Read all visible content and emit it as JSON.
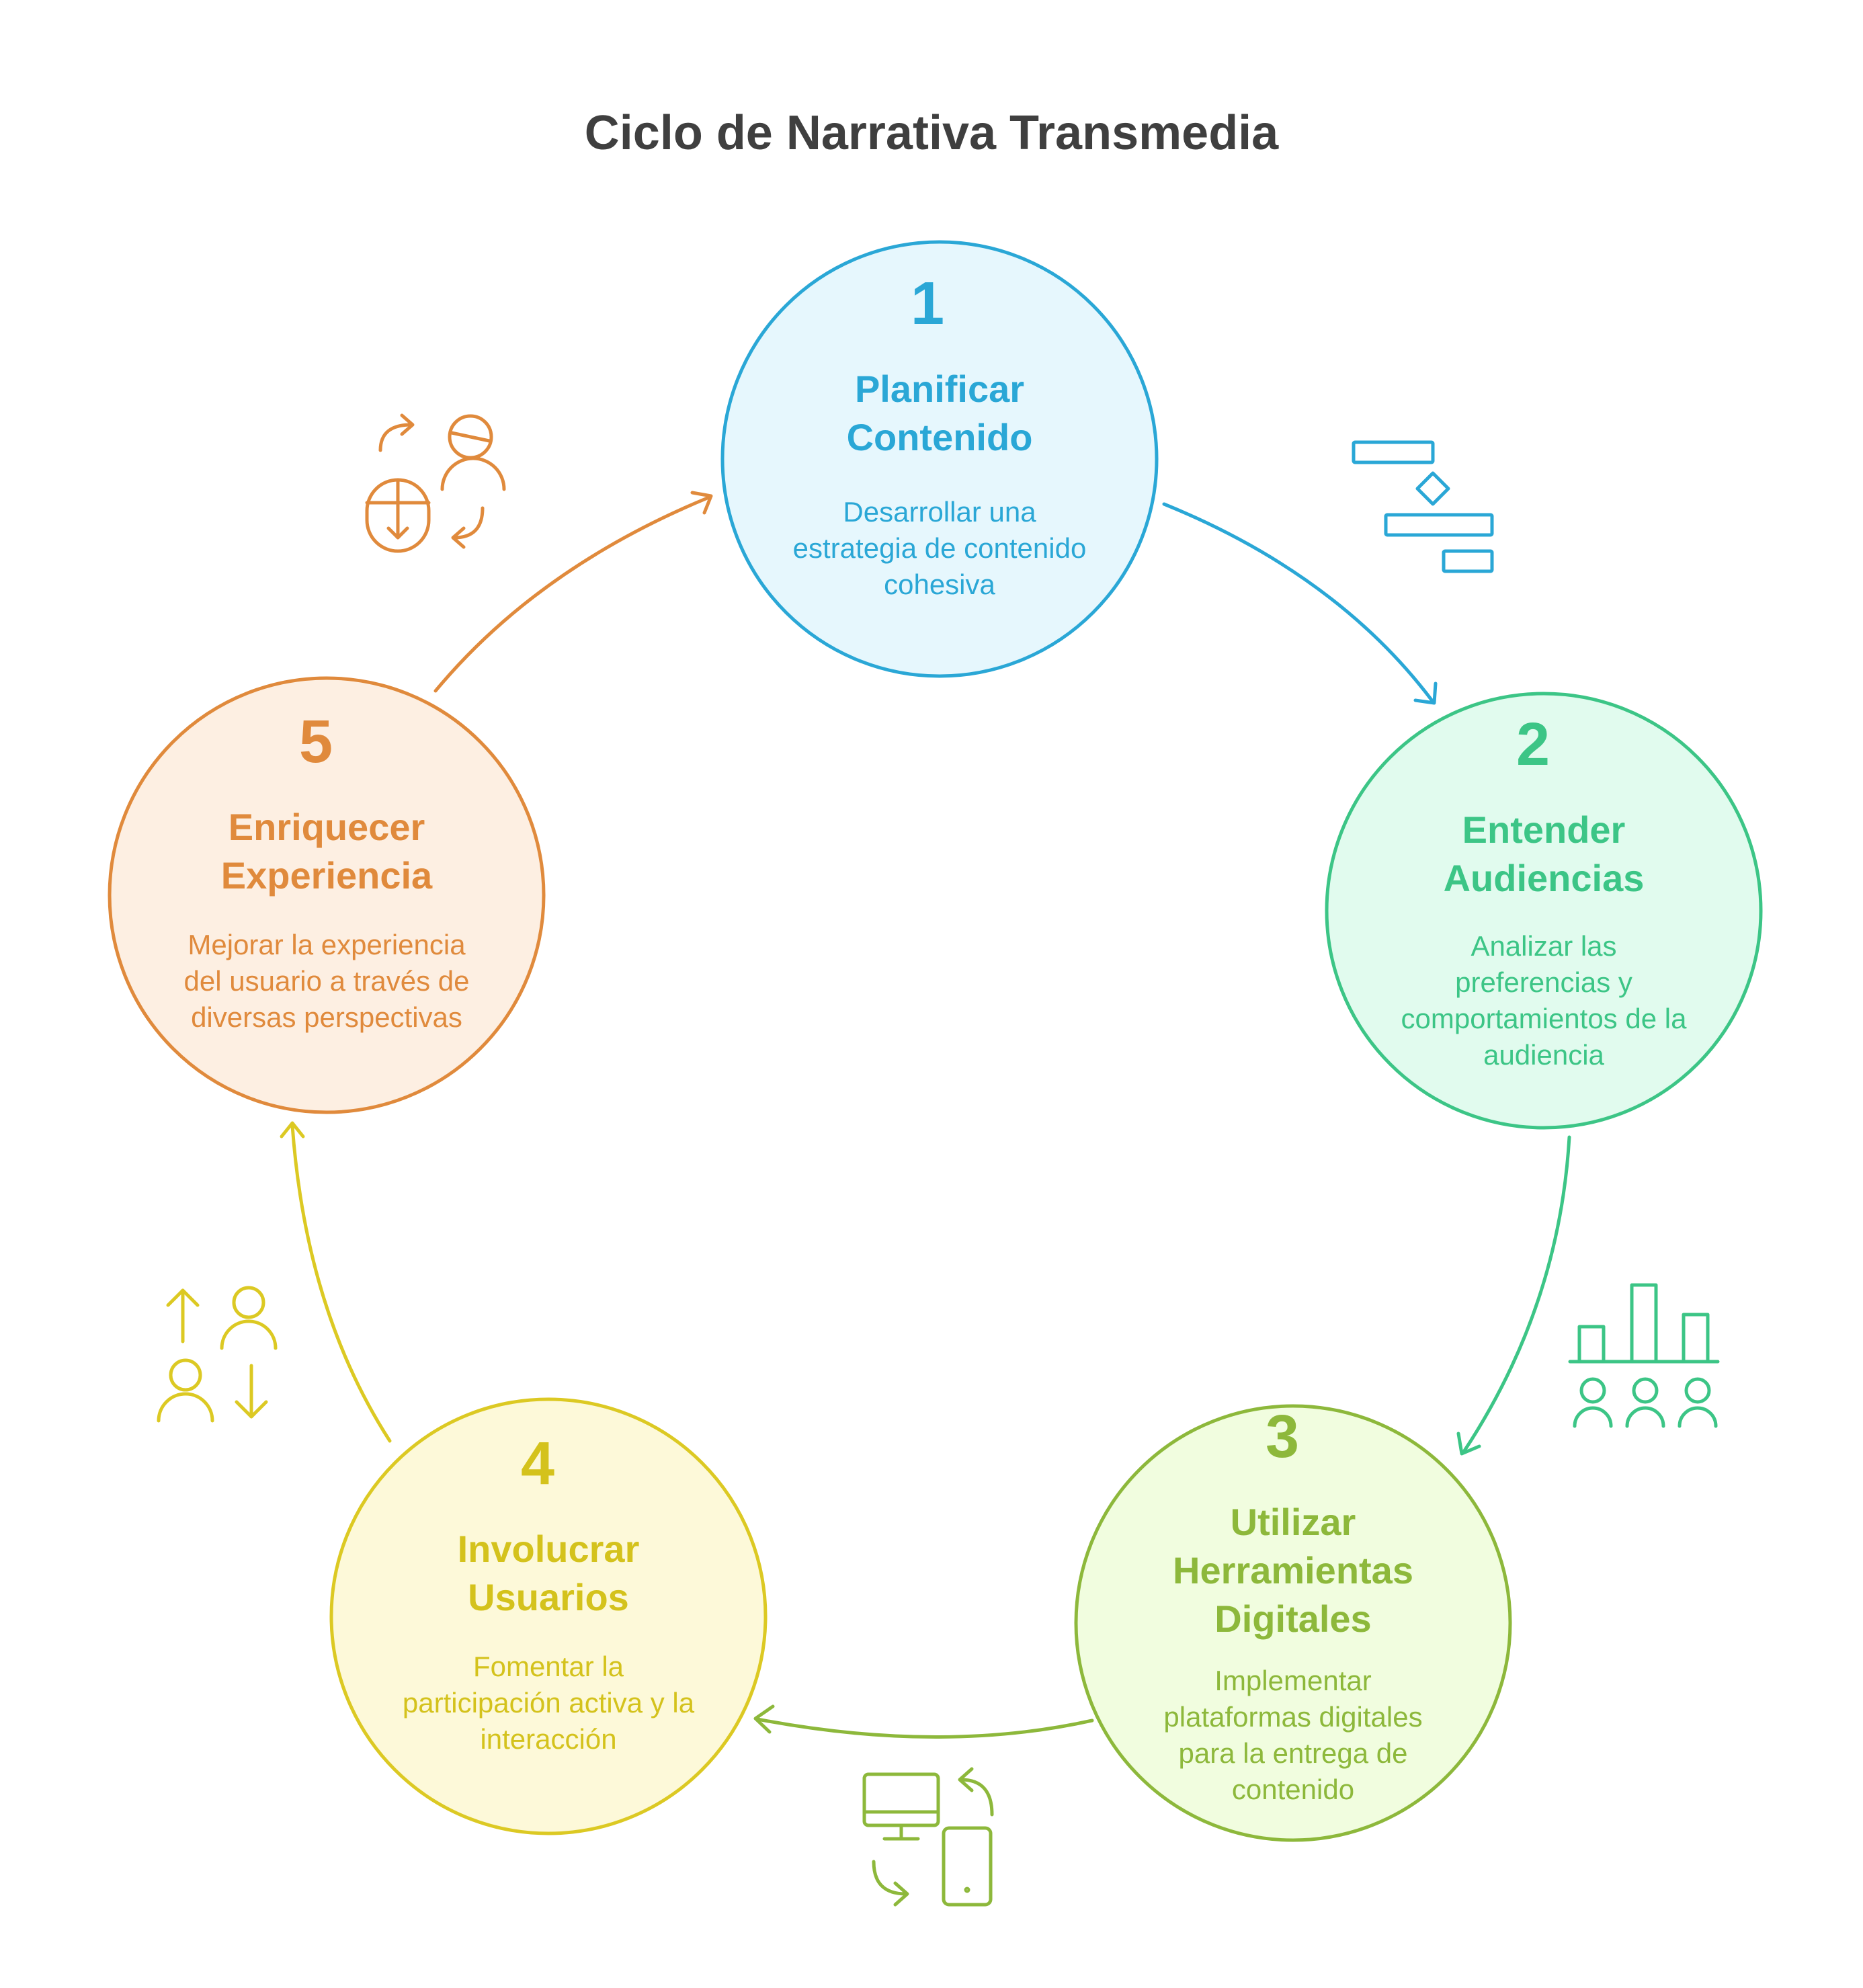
{
  "title": "Ciclo de Narrativa Transmedia",
  "steps": [
    {
      "number": "1",
      "heading_lines": [
        "Planificar",
        "Contenido"
      ],
      "desc_lines": [
        "Desarrollar una",
        "estrategia de contenido",
        "cohesiva"
      ],
      "stroke": "#2aa7d6",
      "fill": "#e6f7fd",
      "text_color": "#2aa7d6",
      "icon": "gantt-chart-icon"
    },
    {
      "number": "2",
      "heading_lines": [
        "Entender",
        "Audiencias"
      ],
      "desc_lines": [
        "Analizar las",
        "preferencias y",
        "comportamientos de la",
        "audiencia"
      ],
      "stroke": "#3cc586",
      "fill": "#e1fbee",
      "text_color": "#3cc586",
      "icon": "audience-analytics-icon"
    },
    {
      "number": "3",
      "heading_lines": [
        "Utilizar",
        "Herramientas",
        "Digitales"
      ],
      "desc_lines": [
        "Implementar",
        "plataformas digitales",
        "para la entrega de",
        "contenido"
      ],
      "stroke": "#8db83b",
      "fill": "#f1fddf",
      "text_color": "#8db83b",
      "icon": "device-sync-icon"
    },
    {
      "number": "4",
      "heading_lines": [
        "Involucrar",
        "Usuarios"
      ],
      "desc_lines": [
        "Fomentar la",
        "participación activa y la",
        "interacción"
      ],
      "stroke": "#dcc923",
      "fill": "#fdf9d9",
      "text_color": "#d4c21c",
      "icon": "user-exchange-icon"
    },
    {
      "number": "5",
      "heading_lines": [
        "Enriquecer",
        "Experiencia"
      ],
      "desc_lines": [
        "Mejorar la experiencia",
        "del usuario a través de",
        "diversas perspectivas"
      ],
      "stroke": "#e08a3c",
      "fill": "#fdefe2",
      "text_color": "#e08a3c",
      "icon": "perspective-shift-icon"
    }
  ]
}
